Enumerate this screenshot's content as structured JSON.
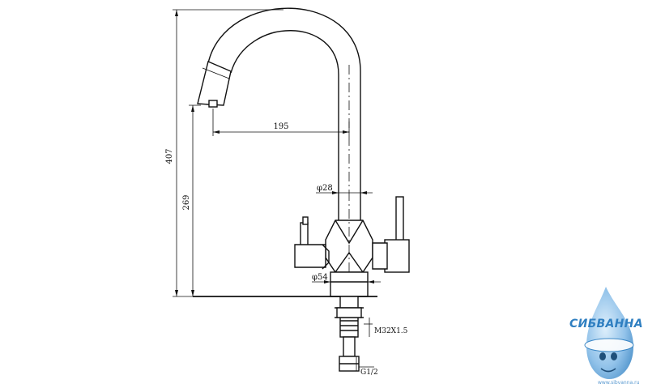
{
  "drawing": {
    "dimensions": {
      "total_height": "407",
      "spout_height": "269",
      "reach": "195",
      "tube_diameter": "φ28",
      "base_diameter": "φ54",
      "thread": "M32X1.5",
      "connection": "G1/2"
    }
  },
  "brand": {
    "name": "СИБВАННА",
    "url": "www.sibvanna.ru",
    "accent_color": "#2f7fc1",
    "icon": "water-drop-mascot-icon"
  }
}
